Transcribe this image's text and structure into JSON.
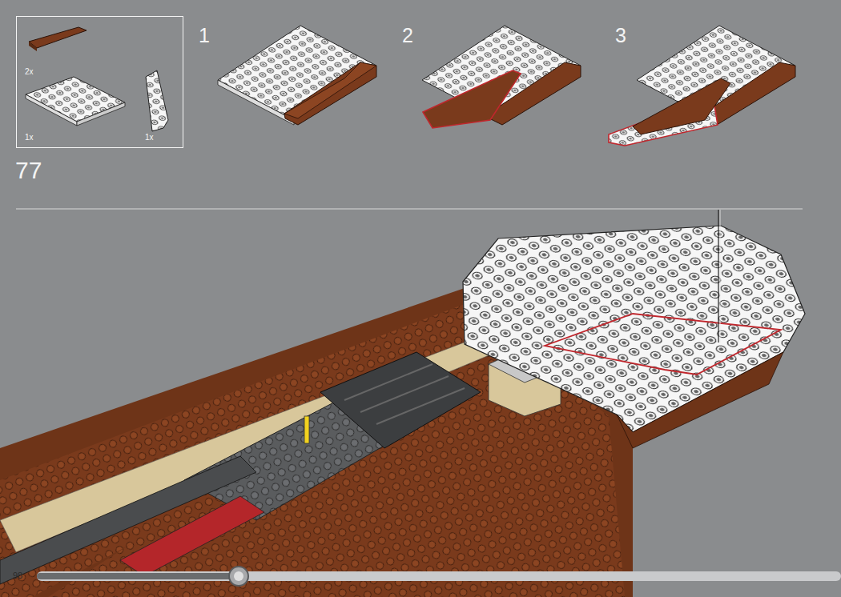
{
  "diagram": {
    "nodes": [
      {
        "text": [
          "2x",
          "1x",
          "1x"
        ]
      }
    ],
    "labels": [
      "77",
      "1",
      "2",
      "3",
      "98"
    ]
  }
}
